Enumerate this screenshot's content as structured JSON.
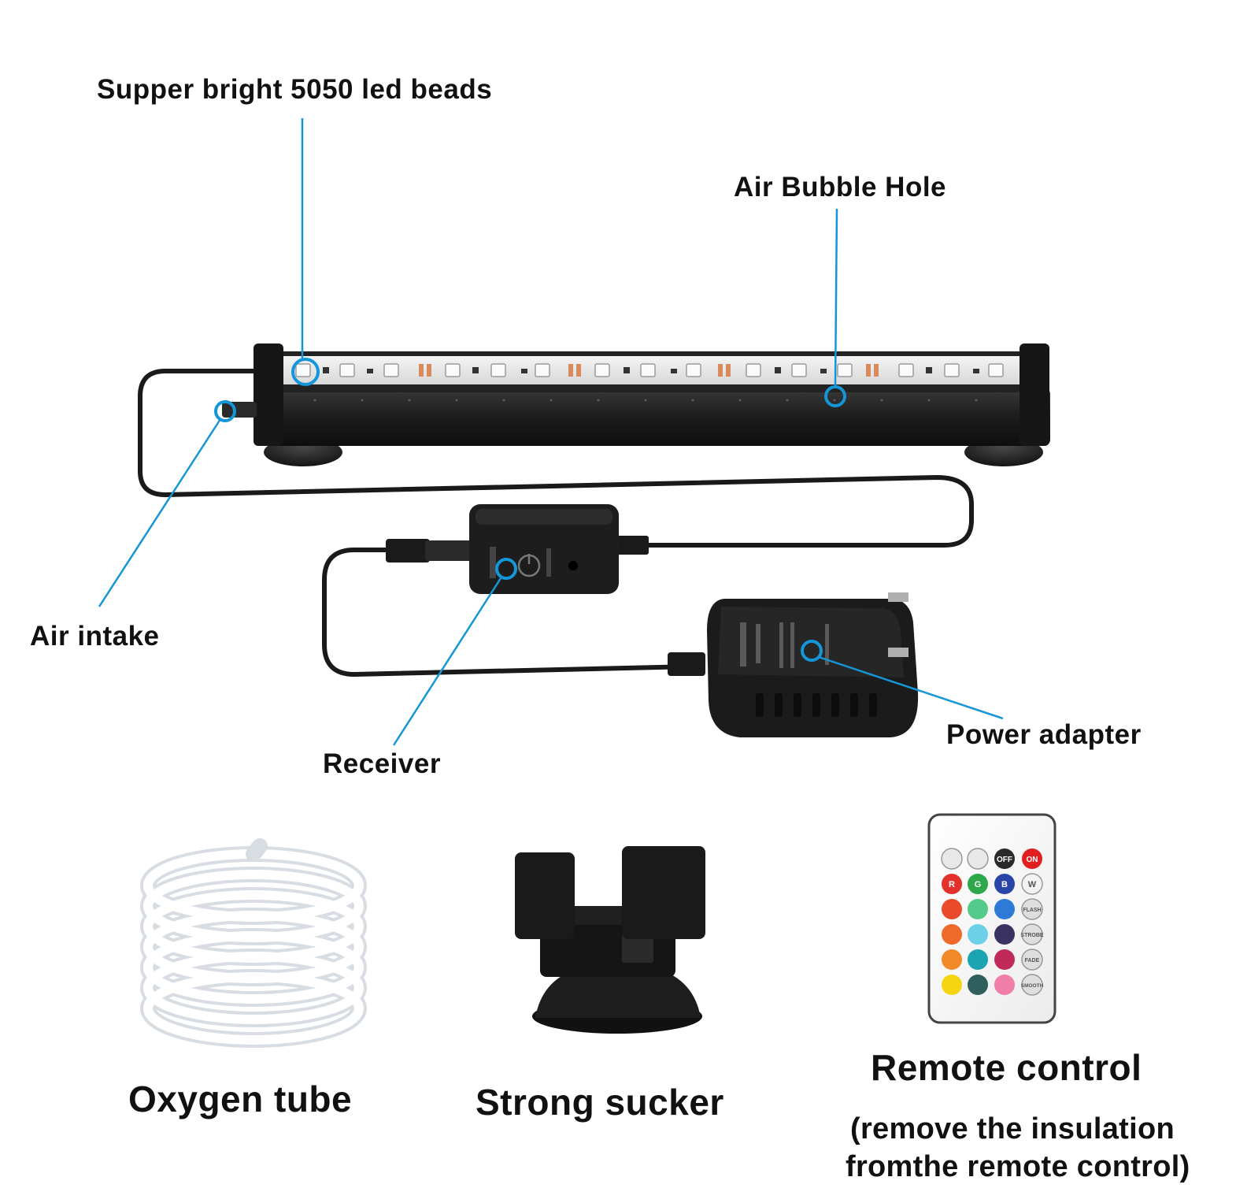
{
  "callouts": {
    "led_beads": "Supper bright 5050 led beads",
    "air_bubble_hole": "Air Bubble Hole",
    "air_intake": "Air intake",
    "receiver": "Receiver",
    "power_adapter": "Power adapter"
  },
  "accessories": {
    "oxygen_tube": "Oxygen tube",
    "strong_sucker": "Strong sucker",
    "remote_control": "Remote control",
    "remote_note_line1": "(remove the insulation",
    "remote_note_line2": "fromthe remote control)"
  },
  "remote_buttons": {
    "off": "OFF",
    "on": "ON",
    "r": "R",
    "g": "G",
    "b": "B",
    "w": "W",
    "flash": "FLASH",
    "strobe": "STROBE",
    "fade": "FADE",
    "smooth": "SMOOTH"
  },
  "colors": {
    "callout_line": "#1596d8",
    "device_black": "#1a1a1a",
    "label_text": "#111111"
  }
}
